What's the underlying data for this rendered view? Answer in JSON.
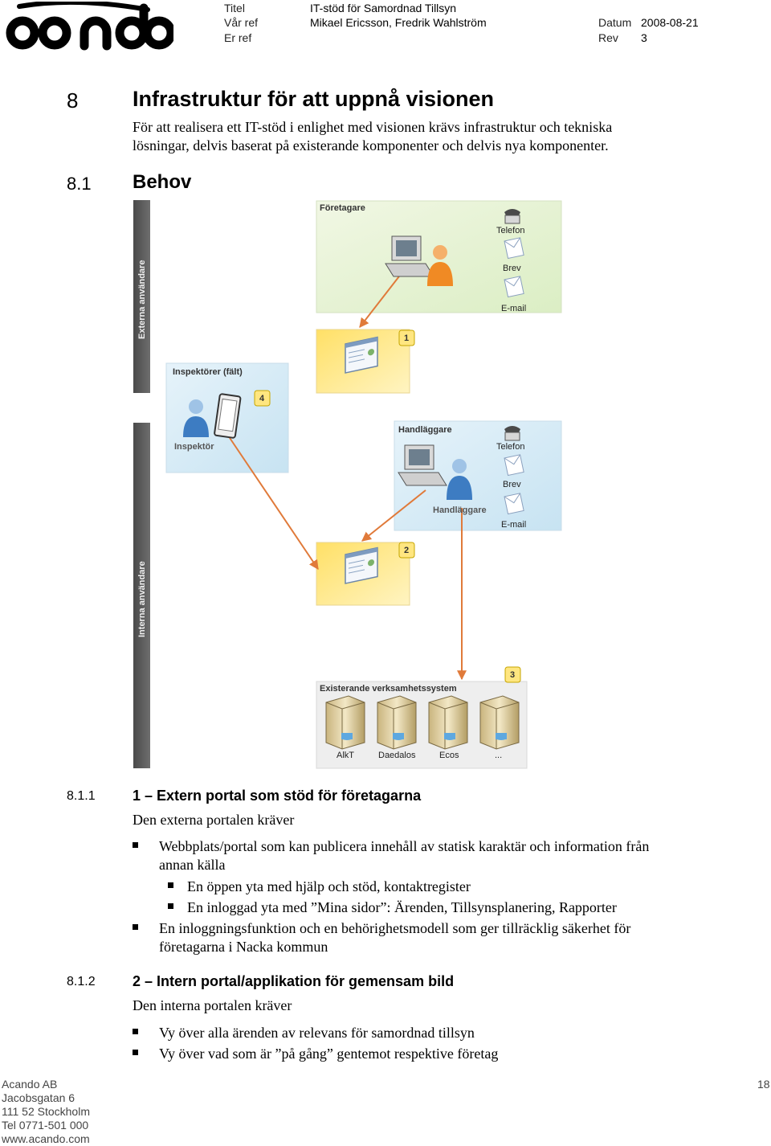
{
  "header": {
    "logo_text": "acando",
    "titel_label": "Titel",
    "titel_value": "IT-stöd för Samordnad Tillsyn",
    "var_ref_label": "Vår ref",
    "var_ref_value": "Mikael Ericsson, Fredrik Wahlström",
    "er_ref_label": "Er ref",
    "datum_label": "Datum",
    "datum_value": "2008-08-21",
    "rev_label": "Rev",
    "rev_value": "3"
  },
  "section": {
    "number": "8",
    "title": "Infrastruktur för att uppnå visionen",
    "intro_line1": "För att realisera ett IT-stöd i enlighet med visionen krävs infrastruktur och tekniska",
    "intro_line2": "lösningar, delvis baserat på existerande komponenter och delvis nya komponenter."
  },
  "subsection": {
    "number": "8.1",
    "title": "Behov"
  },
  "diagram": {
    "band_external": "Externa användare",
    "band_internal": "Interna användare",
    "foretagare": "Företagare",
    "telefon": "Telefon",
    "brev": "Brev",
    "email": "E-mail",
    "inspektorer": "Inspektörer (fält)",
    "inspektor": "Inspektör",
    "handlaggare_box": "Handläggare",
    "handlaggare_person": "Handläggare",
    "existerande": "Existerande verksamhetssystem",
    "systems": [
      "AlkT",
      "Daedalos",
      "Ecos",
      "..."
    ],
    "badges": [
      "1",
      "2",
      "3",
      "4"
    ]
  },
  "s811": {
    "number": "8.1.1",
    "title": "1 – Extern portal som stöd för företagarna",
    "intro": "Den externa portalen kräver",
    "b1_line1": "Webbplats/portal som kan publicera innehåll av statisk karaktär och information från",
    "b1_line2": "annan källa",
    "b1a": "En öppen yta med hjälp och stöd, kontaktregister",
    "b1b": "En inloggad yta med ”Mina sidor”: Ärenden, Tillsynsplanering, Rapporter",
    "b2_line1": "En inloggningsfunktion och en behörighetsmodell som ger tillräcklig säkerhet för",
    "b2_line2": "företagarna i Nacka kommun"
  },
  "s812": {
    "number": "8.1.2",
    "title": "2 – Intern portal/applikation för gemensam bild",
    "intro": "Den interna portalen kräver",
    "b1": "Vy över alla ärenden av relevans för samordnad tillsyn",
    "b2": "Vy över vad som är ”på gång” gentemot respektive företag"
  },
  "footer": {
    "company": "Acando AB",
    "street": "Jacobsgatan 6",
    "city": "111 52  Stockholm",
    "phone": "Tel 0771-501 000",
    "web": "www.acando.com",
    "page": "18"
  }
}
